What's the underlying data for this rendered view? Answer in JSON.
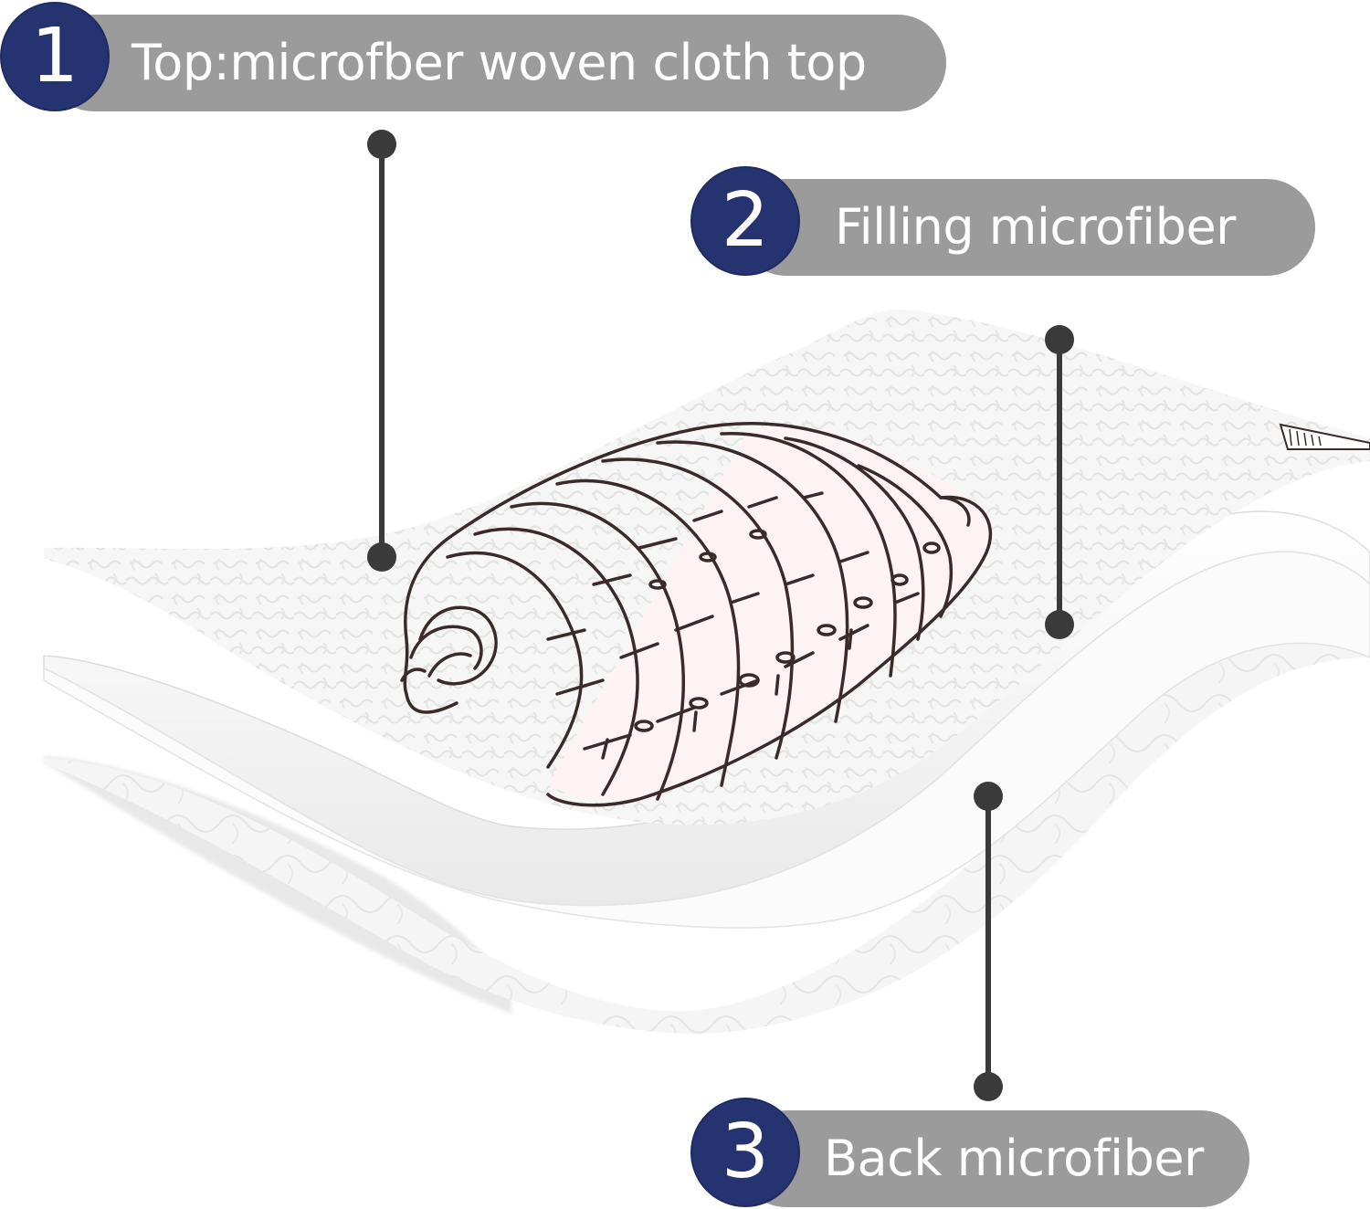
{
  "colors": {
    "badge": "#253371",
    "pill": "#9b9b9b",
    "label_text": "#ffffff",
    "leader": "#3a3a3a",
    "shell_outline": "#3b2a2a",
    "shell_tint": "#f6d9dd",
    "fabric": "#f4f4f4"
  },
  "callouts": [
    {
      "number": "1",
      "label": "Top:microfber woven cloth top",
      "layer": "top fabric"
    },
    {
      "number": "2",
      "label": "Filling microfiber",
      "layer": "filling"
    },
    {
      "number": "3",
      "label": "Back microfiber",
      "layer": "back fabric"
    }
  ],
  "illustration": {
    "subject": "conch-shell-print",
    "icon": "seashell-icon"
  }
}
